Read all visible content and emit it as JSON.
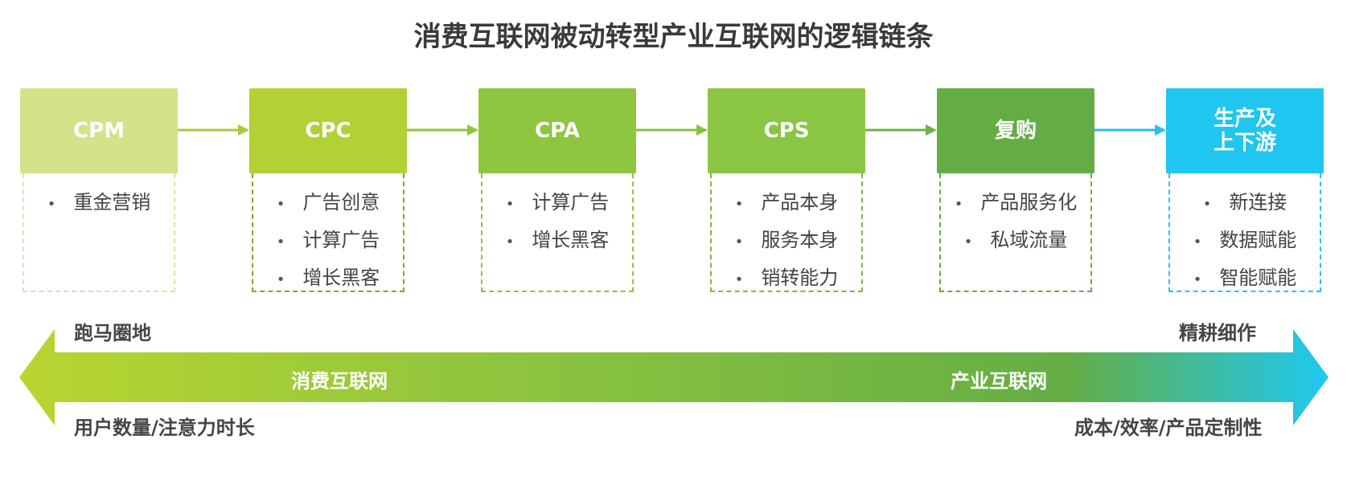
{
  "title": "消费互联网被动转型产业互联网的逻辑链条",
  "stages": [
    {
      "head": "CPM",
      "items": [
        "重金营销"
      ],
      "head_color": "#d2e38a",
      "border_color": "#d7e6a2"
    },
    {
      "head": "CPC",
      "items": [
        "广告创意",
        "计算广告",
        "增长黑客"
      ],
      "head_color": "#b1d136",
      "border_color": "#8aa030"
    },
    {
      "head": "CPA",
      "items": [
        "计算广告",
        "增长黑客"
      ],
      "head_color": "#8ec63f",
      "border_color": "#8cc24a"
    },
    {
      "head": "CPS",
      "items": [
        "产品本身",
        "服务本身",
        "销转能力"
      ],
      "head_color": "#8ac641",
      "border_color": "#7db843"
    },
    {
      "head": "复购",
      "items": [
        "产品服务化",
        "私域流量"
      ],
      "head_color": "#64ad45",
      "border_color": "#62ad47"
    },
    {
      "head": "生产及\n上下游",
      "items": [
        "新连接",
        "数据赋能",
        "智能赋能"
      ],
      "head_color": "#1fc6ef",
      "border_color": "#27c3ea"
    }
  ],
  "connector_colors": [
    "#a8cc3a",
    "#8ec63f",
    "#86c33f",
    "#6ab345",
    "#28c0ea"
  ],
  "labels": {
    "top_left": "跑马圈地",
    "top_right": "精耕细作",
    "bottom_left": "用户数量/注意力时长",
    "bottom_right": "成本/效率/产品定制性"
  },
  "band": {
    "left_text": "消费互联网",
    "right_text": "产业互联网",
    "colors": [
      "#b9d530",
      "#8cc33f",
      "#64ae44",
      "#1fc8f2"
    ]
  }
}
